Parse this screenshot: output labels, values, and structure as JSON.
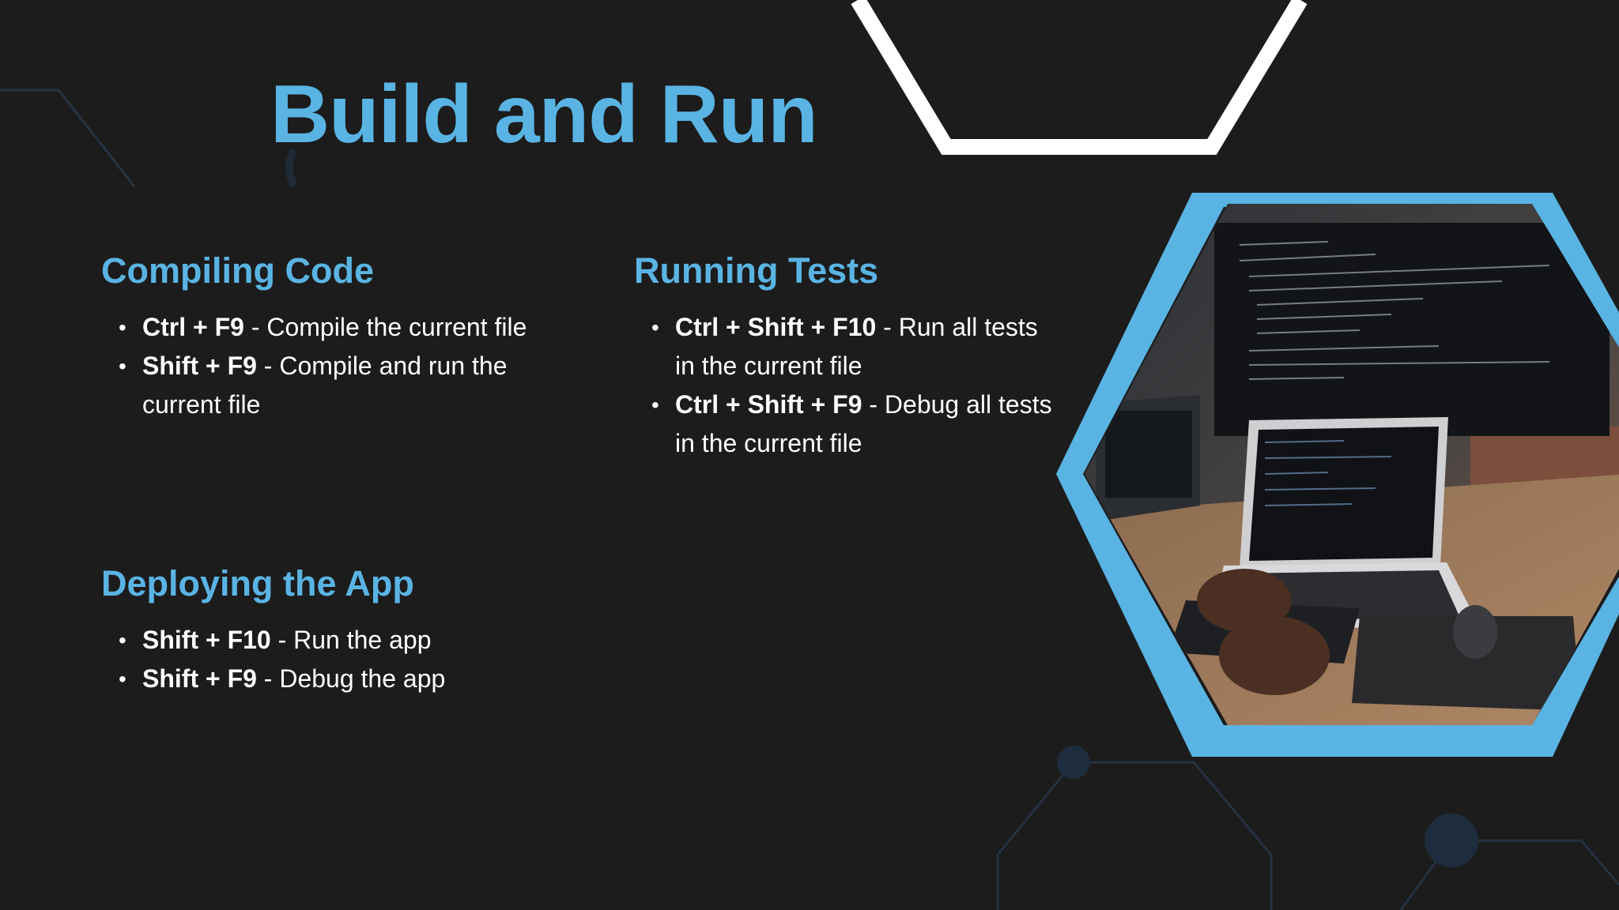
{
  "slide": {
    "title": "Build and Run",
    "sections": {
      "compiling": {
        "heading": "Compiling Code",
        "items": [
          {
            "keys": "Ctrl + F9",
            "sep": " - ",
            "desc": "Compile the current file"
          },
          {
            "keys": "Shift + F9",
            "sep": " - ",
            "desc": "Compile and run the current file"
          }
        ]
      },
      "tests": {
        "heading": "Running Tests",
        "items": [
          {
            "keys": "Ctrl + Shift + F10",
            "sep": " - ",
            "desc": "Run all tests in the current file"
          },
          {
            "keys": "Ctrl + Shift + F9",
            "sep": " - ",
            "desc": "Debug all tests in the current file"
          }
        ]
      },
      "deploying": {
        "heading": "Deploying the App",
        "items": [
          {
            "keys": "Shift + F10",
            "sep": " - ",
            "desc": "Run the app"
          },
          {
            "keys": "Shift + F9",
            "sep": " - ",
            "desc": "Debug the app"
          }
        ]
      }
    }
  },
  "colors": {
    "background": "#1c1c1d",
    "accent": "#5ab4e3",
    "text": "#ffffff",
    "deco_line": "#2b3a48"
  },
  "image": {
    "description_icon": "developer-at-laptop-photo"
  }
}
